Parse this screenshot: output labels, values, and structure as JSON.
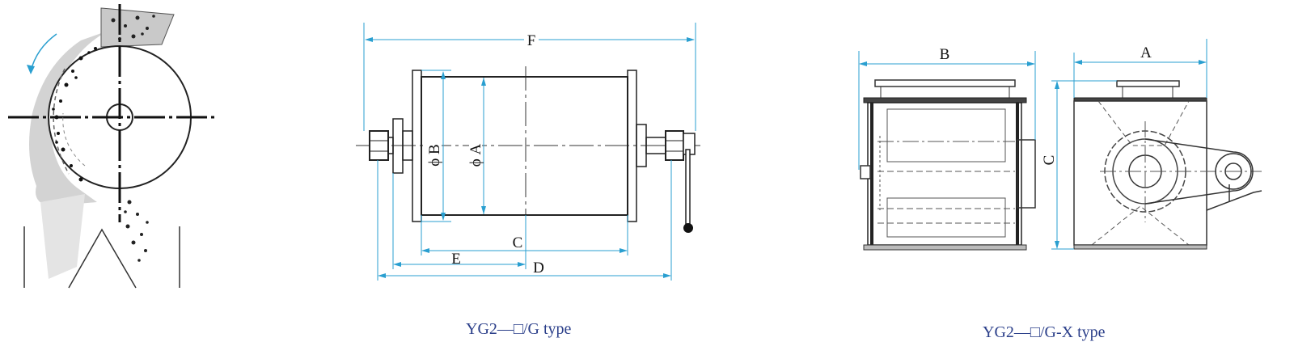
{
  "colors": {
    "dimension_line": "#2a9fd0",
    "drawing_line": "#333333",
    "caption_text": "#2b3f8a",
    "ore_shading": "#cfcfcf"
  },
  "drum_drawing": {
    "labels": {
      "F": "F",
      "phi_B": "ϕ B",
      "phi_A": "ϕ A",
      "C": "C",
      "E": "E",
      "D": "D"
    },
    "caption": "YG2—□/G type"
  },
  "housing_drawing": {
    "labels": {
      "B": "B",
      "A": "A",
      "C": "C"
    },
    "caption": "YG2—□/G-X  type"
  }
}
